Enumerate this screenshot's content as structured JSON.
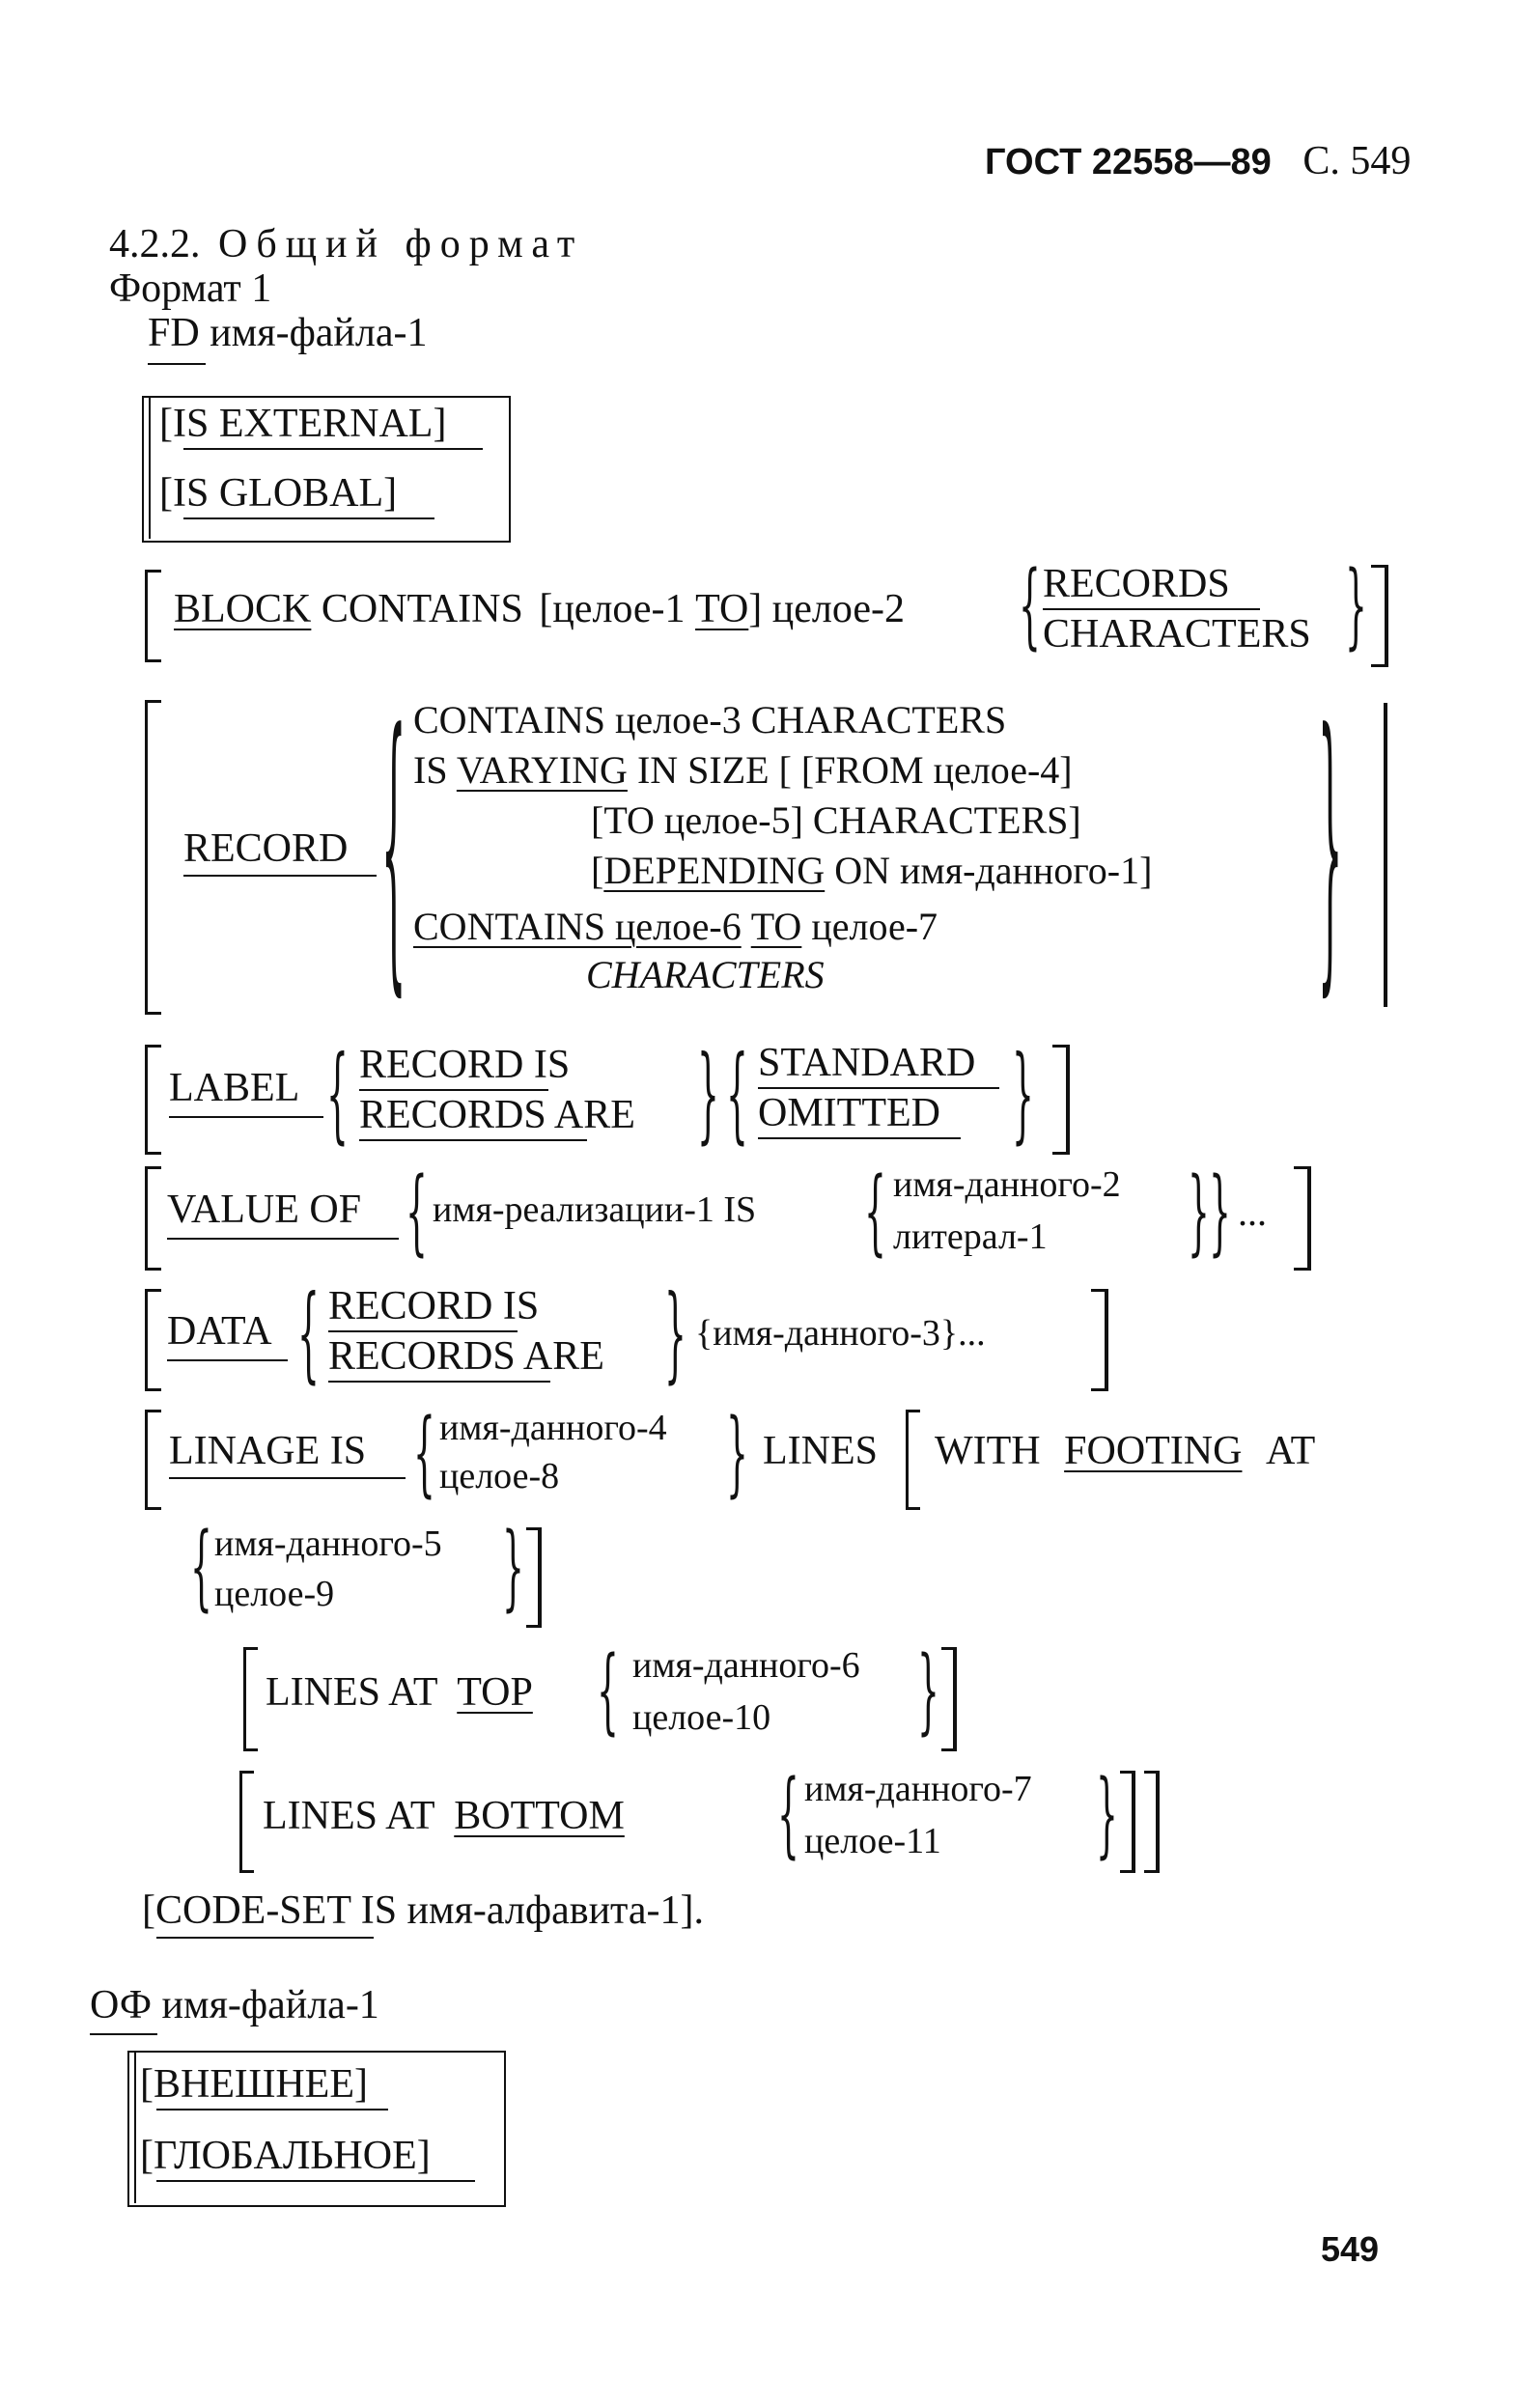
{
  "header": {
    "standard": "ГОСТ 22558—89",
    "page_ref": "С. 549"
  },
  "section": {
    "number": "4.2.2.",
    "title": "Общий формат"
  },
  "format1": {
    "label": "Формат 1",
    "fd_line": {
      "keyword": "FD",
      "name": "имя-файла-1"
    },
    "ext_global": [
      "[IS EXTERNAL]",
      "[IS GLOBAL]"
    ],
    "block": {
      "kw": "BLOCK",
      "contains": "CONTAINS",
      "int1": "[целое-1",
      "to": "TO",
      "int2": "] целое-2",
      "opt1": "RECORDS",
      "opt2": "CHARACTERS"
    },
    "record": {
      "kw": "RECORD",
      "l1": "CONTAINS целое-3 CHARACTERS",
      "l2a": "IS",
      "l2b": "VARYING",
      "l2c": "IN SIZE [ [FROM целое-4]",
      "l3": "[TO целое-5] CHARACTERS]",
      "l4a": "[",
      "l4b": "DEPENDING",
      "l4c": " ON имя-данного-1]",
      "l5a": "CONTAINS целое-6",
      "l5b": "TO",
      "l5c": "целое-7",
      "l6": "CHARACTERS"
    },
    "label_clause": {
      "kw": "LABEL",
      "r1": "RECORD IS",
      "r2": "RECORDS ARE",
      "s1": "STANDARD",
      "s2": "OMITTED"
    },
    "value_clause": {
      "kw": "VALUE OF",
      "impl": "имя-реализации-1 IS",
      "a1": "имя-данного-2",
      "a2": "литерал-1",
      "dots": "..."
    },
    "data_clause": {
      "kw": "DATA",
      "r1": "RECORD IS",
      "r2": "RECORDS ARE",
      "item": "{имя-данного-3}..."
    },
    "linage": {
      "kw": "LINAGE IS",
      "a1": "имя-данного-4",
      "a2": "целое-8",
      "lines": "LINES",
      "with": "WITH",
      "footing": "FOOTING",
      "at": "AT",
      "f1": "имя-данного-5",
      "f2": "целое-9",
      "top_lines": "LINES AT",
      "top": "TOP",
      "t1": "имя-данного-6",
      "t2": "целое-10",
      "bottom_lines": "LINES AT",
      "bottom": "BOTTOM",
      "b1": "имя-данного-7",
      "b2": "целое-11"
    },
    "code_set": "[CODE-SET IS имя-алфавита-1]."
  },
  "russian": {
    "fd_line": {
      "keyword": "ОФ",
      "name": "имя-файла-1"
    },
    "ext_global": [
      "[ВНЕШНЕЕ]",
      "[ГЛОБАЛЬНОЕ]"
    ]
  },
  "footer": {
    "page_number": "549"
  }
}
